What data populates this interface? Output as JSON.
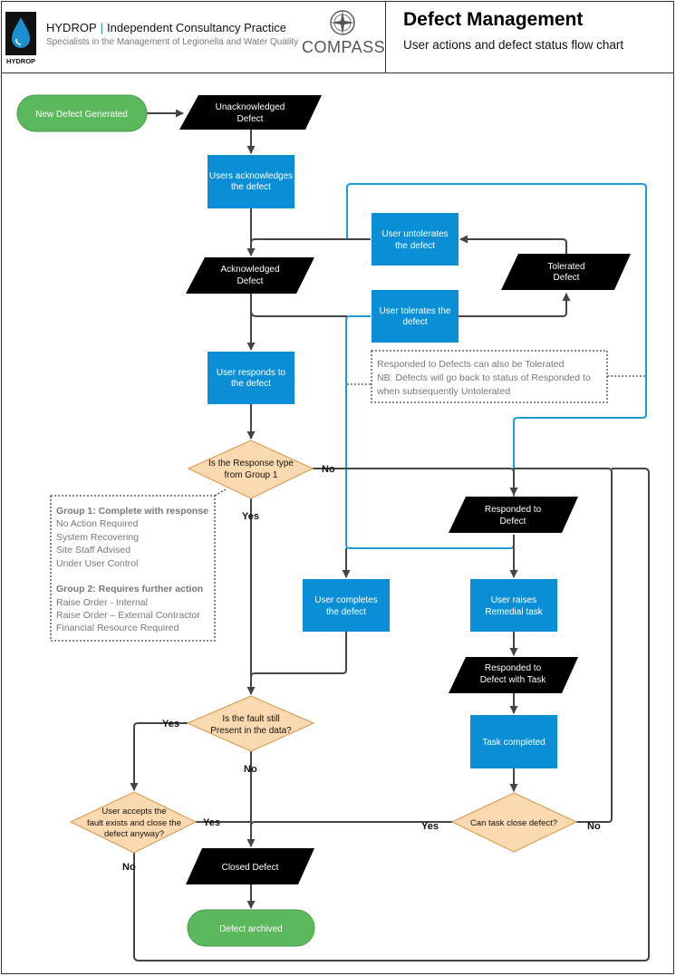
{
  "header": {
    "company": "HYDROP",
    "separator": "|",
    "practice": "Independent Consultancy Practice",
    "tagline": "Specialists in the Management of Legionella and Water Quality",
    "logo_text": "HYDROP",
    "partner": "COMPASS",
    "title": "Defect Management",
    "subtitle": "User actions and defect status flow chart"
  },
  "colors": {
    "process_blue": "#0a8fd6",
    "status_black": "#000000",
    "terminal_green": "#5cb85c",
    "decision_orange": "#fbd9b0",
    "decision_border": "#d9a05b",
    "connector": "#444444",
    "highlight_line": "#1e9bd7"
  },
  "nodes": {
    "new_defect": "New Defect Generated",
    "unack_1": "Unacknowledged",
    "unack_2": "Defect",
    "user_ack_1": "Users acknowledges",
    "user_ack_2": "the defect",
    "ack_1": "Acknowledged",
    "ack_2": "Defect",
    "user_untol_1": "User untolerates",
    "user_untol_2": "the defect",
    "tolerated_1": "Tolerated",
    "tolerated_2": "Defect",
    "user_tol_1": "User tolerates the",
    "user_tol_2": "defect",
    "user_resp_1": "User responds to",
    "user_resp_2": "the defect",
    "note_1": "Responded to Defects can also be Tolerated",
    "note_2": "NB: Defects will go back to status of Responded to",
    "note_3": "when subsequently Untolerated",
    "dec_group_1": "Is the Response type",
    "dec_group_2": "from Group 1",
    "responded_1": "Responded to",
    "responded_2": "Defect",
    "user_complete_1": "User completes",
    "user_complete_2": "the defect",
    "user_raise_1": "User raises",
    "user_raise_2": "Remedial task",
    "resp_task_1": "Responded to",
    "resp_task_2": "Defect with Task",
    "task_complete": "Task completed",
    "dec_fault_1": "Is the fault still",
    "dec_fault_2": "Present in the data?",
    "dec_accept_1": "User accepts the",
    "dec_accept_2": "fault exists and close the",
    "dec_accept_3": "defect anyway?",
    "dec_task_close": "Can task close defect?",
    "closed": "Closed Defect",
    "archived": "Defect archived"
  },
  "groups": {
    "group1_title": "Group 1: Complete with response",
    "group1_items": [
      "No Action Required",
      "System Recovering",
      "Site Staff Advised",
      "Under User Control"
    ],
    "group2_title": "Group 2: Requires further action",
    "group2_items": [
      "Raise Order - Internal",
      "Raise Order – External Contractor",
      "Financial Resource Required"
    ]
  },
  "labels": {
    "yes": "Yes",
    "no": "No"
  }
}
